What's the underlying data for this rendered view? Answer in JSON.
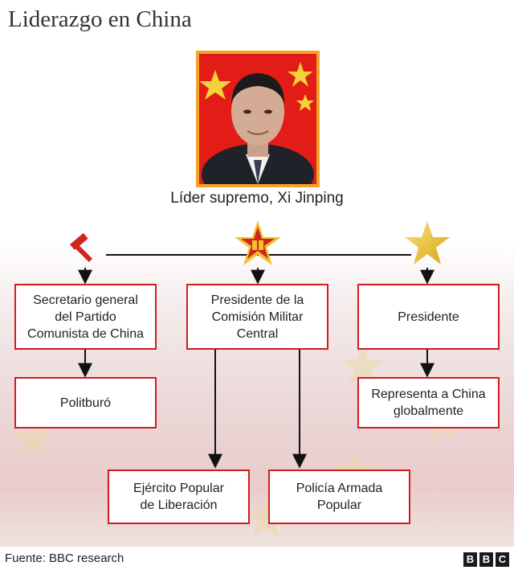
{
  "title": "Liderazgo en China",
  "leader": {
    "caption": "Líder supremo, Xi Jinping"
  },
  "icons": {
    "party": "hammer-and-sickle-icon",
    "military": "pla-red-star-icon",
    "state": "gold-star-icon"
  },
  "boxes": {
    "secretary": "Secretario general\ndel Partido\nComunista de China",
    "politburo": "Politburó",
    "commission": "Presidente de la\nComisión Militar\nCentral",
    "army": "Ejército Popular\nde Liberación",
    "police": "Policía Armada\nPopular",
    "president": "Presidente",
    "represents": "Representa a China\nglobalmente"
  },
  "footer": {
    "source": "Fuente: BBC research",
    "logo": [
      "B",
      "B",
      "C"
    ]
  },
  "colors": {
    "box_border": "#d01c1f",
    "photo_border": "#f1a425",
    "party_red": "#d0241c",
    "gold": "#f2c12e"
  }
}
